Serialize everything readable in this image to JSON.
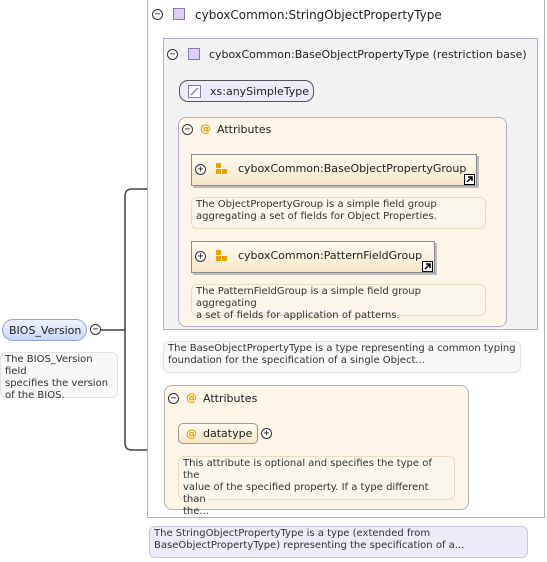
{
  "root": {
    "name": "BIOS_Version",
    "doc": [
      "The BIOS_Version field",
      "specifies the version",
      "of the BIOS."
    ]
  },
  "type_box": {
    "title": "cyboxCommon:StringObjectPropertyType",
    "doc": [
      "The StringObjectPropertyType is a type (extended from",
      "BaseObjectPropertyType) representing the specification of a..."
    ]
  },
  "base_box": {
    "title": "cyboxCommon:BaseObjectPropertyType (restriction base)",
    "simple_type": "xs:anySimpleType",
    "doc": [
      "The BaseObjectPropertyType is a type representing a common typing",
      "foundation for the specification of a single Object..."
    ]
  },
  "base_attributes": {
    "label": "Attributes",
    "groups": [
      {
        "name": "cyboxCommon:BaseObjectPropertyGroup",
        "doc": [
          "The ObjectPropertyGroup is a simple field group",
          "aggregating a set of fields for Object Properties."
        ]
      },
      {
        "name": "cyboxCommon:PatternFieldGroup",
        "doc": [
          "The PatternFieldGroup is a simple field group aggregating",
          "a set of fields for application of patterns."
        ]
      }
    ]
  },
  "ext_attributes": {
    "label": "Attributes",
    "attr": {
      "name": "datatype",
      "doc": [
        "This attribute is optional and specifies the type of the",
        "value of the specified property. If a type different than",
        "the..."
      ]
    }
  },
  "icons": {
    "collapse": "minus",
    "expand": "plus",
    "type": "square-type",
    "attribute": "at-sign",
    "group": "group-icon",
    "link": "link-arrow-icon",
    "simple": "pencil-icon"
  },
  "colors": {
    "frame": "#b3b3b3",
    "purple": "#b6abd0",
    "orange": "#e8a000",
    "node": "#cfdcf7"
  }
}
